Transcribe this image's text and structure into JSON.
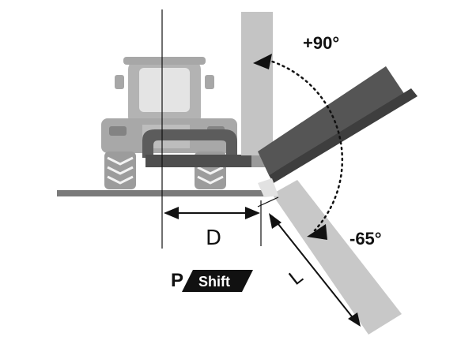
{
  "angle_up_label": "+90°",
  "angle_down_label": "-65°",
  "distance_label": "D",
  "length_label": "L",
  "logo": {
    "letter": "P",
    "word": "Shift"
  },
  "colors": {
    "ground": "#7a7a7a",
    "tractor_body": "#9a9a9a",
    "tractor_dark": "#6e6e6e",
    "arm_vertical": "#c4c4c4",
    "arm_tilted_up": "#555555",
    "arm_tilted_down": "#c8c8c8",
    "lines": "#111111",
    "logo_bg": "#111111",
    "logo_text": "#ffffff"
  }
}
